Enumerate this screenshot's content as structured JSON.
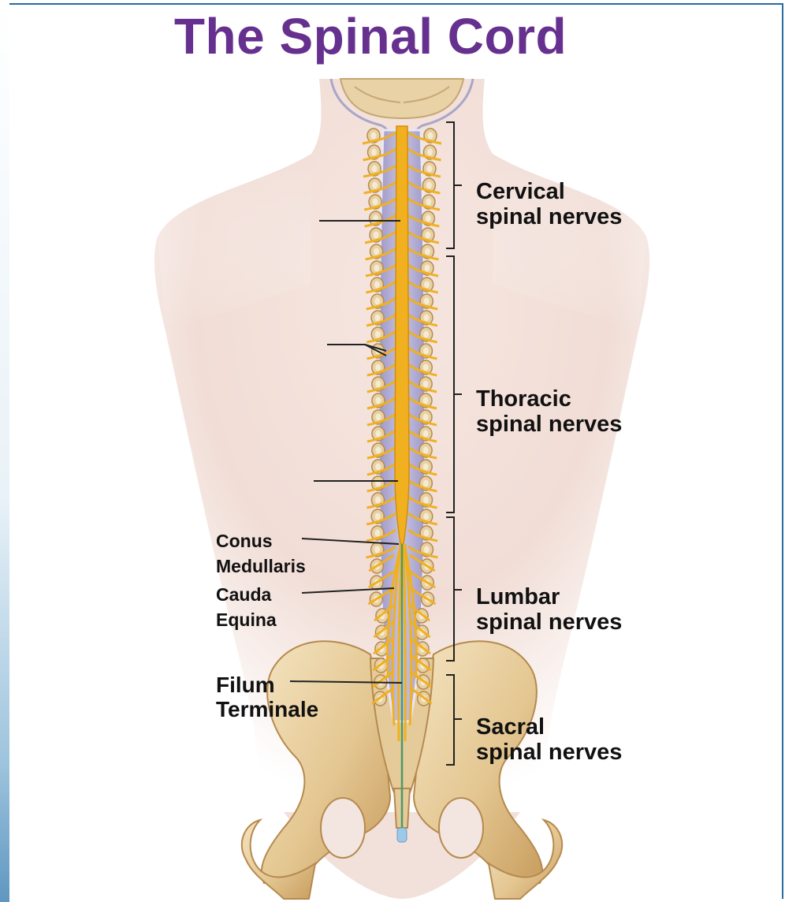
{
  "title": "The Spinal Cord",
  "regions": [
    {
      "line1": "Cervical",
      "line2": "spinal nerves"
    },
    {
      "line1": "Thoracic",
      "line2": "spinal nerves"
    },
    {
      "line1": "Lumbar",
      "line2": "spinal nerves"
    },
    {
      "line1": "Sacral",
      "line2": "spinal nerves"
    }
  ],
  "structures": [
    {
      "line1": "Conus",
      "line2": "Medullaris"
    },
    {
      "line1": "Cauda",
      "line2": "Equina"
    },
    {
      "line1": "Filum",
      "line2": "Terminale"
    }
  ],
  "colors": {
    "title": "#66308f",
    "nerve": "#f0b020",
    "bone": "#e7d0a2",
    "skin": "#f3e2dc",
    "dura": "#b9b4d8",
    "filum": "#4a9a6a",
    "border": "#2a6a9e"
  }
}
